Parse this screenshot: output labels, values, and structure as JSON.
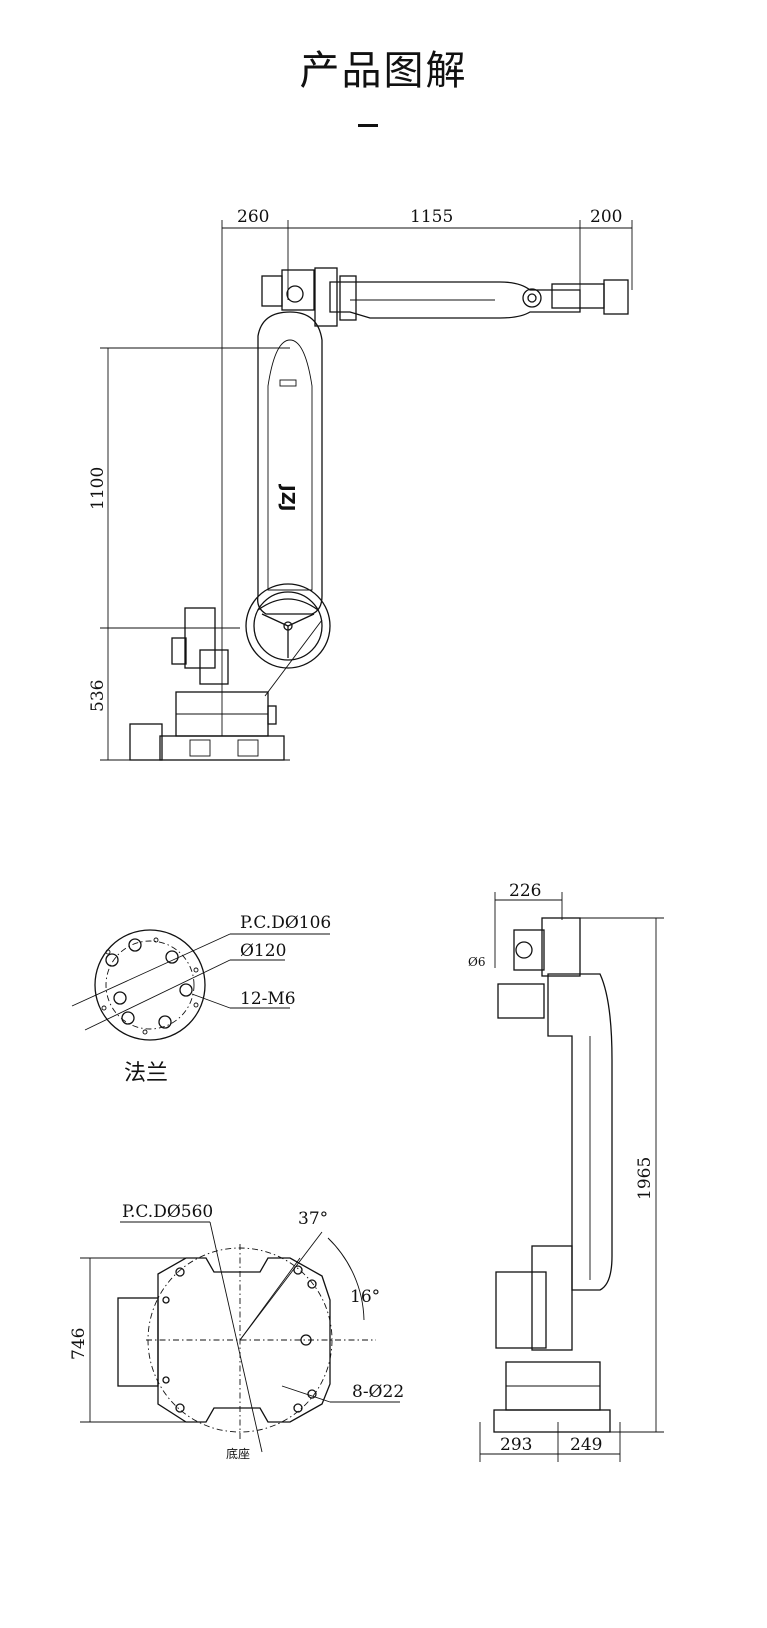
{
  "page_title": "产品图解",
  "side_view": {
    "dims": {
      "top_left": "260",
      "top_mid": "1155",
      "top_right": "200",
      "vert_upper": "1100",
      "vert_lower": "536"
    },
    "arm_logo": "JZJ"
  },
  "flange": {
    "callout_pcd": "P.C.DØ106",
    "callout_dia": "Ø120",
    "callout_holes": "12-M6",
    "caption": "法兰"
  },
  "base": {
    "callout_pcd": "P.C.DØ560",
    "angle_1": "16°",
    "angle_2": "37°",
    "callout_holes": "8-Ø22",
    "height_dim": "746",
    "caption": "底座"
  },
  "front_view": {
    "dim_top": "226",
    "dim_height": "1965",
    "dim_bottom_left": "293",
    "dim_bottom_right": "249",
    "clipped_label": "Ø6"
  }
}
